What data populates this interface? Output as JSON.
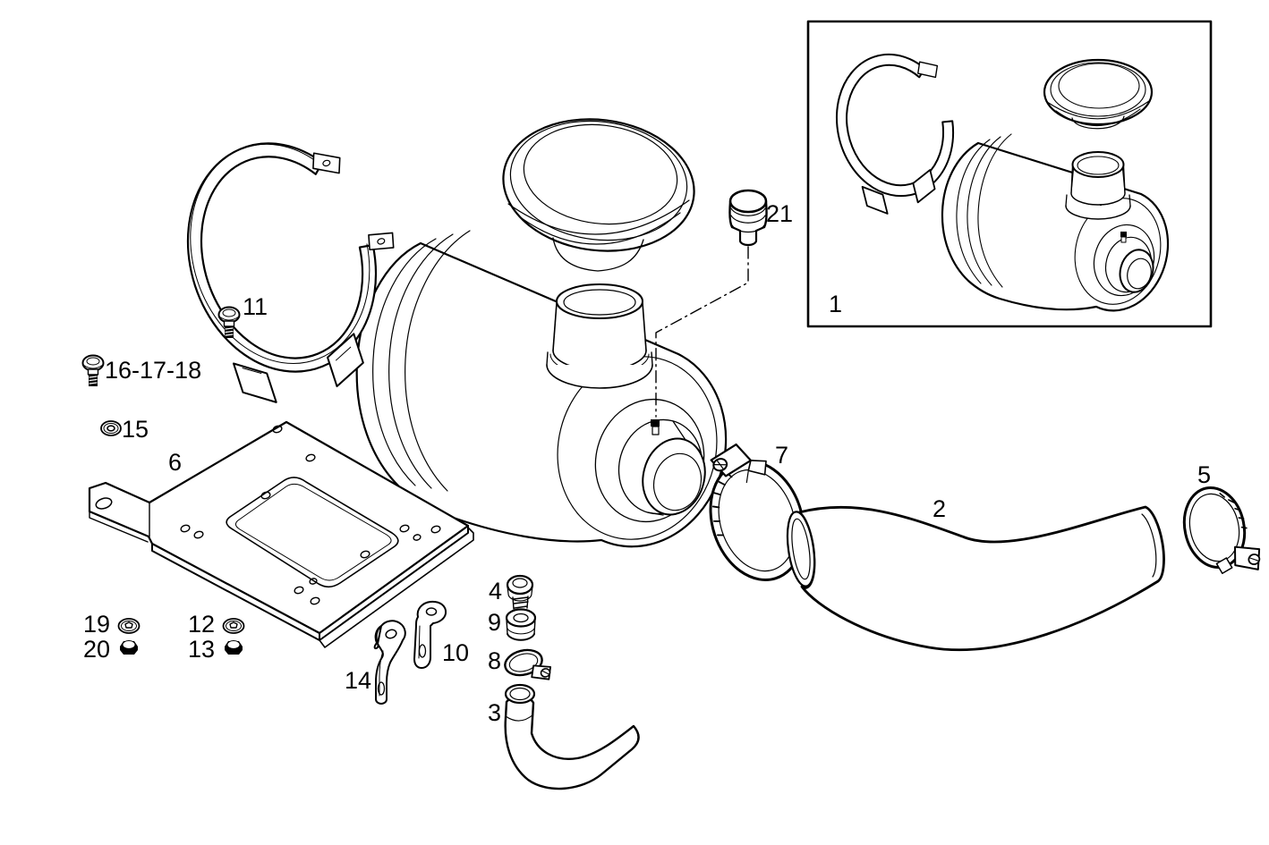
{
  "colors": {
    "line": "#000000",
    "background": "#ffffff"
  },
  "callouts": {
    "assembled_unit": "1",
    "intake_hose": "2",
    "drain_hose": "3",
    "screw": "4",
    "clamp_small": "5",
    "support_plate": "6",
    "clamp_large": "7",
    "drain_hose_clamp": "8",
    "bushing": "9",
    "bracket_straight": "10",
    "band_bolt": "11",
    "washer_mid": "12",
    "nut_mid": "13",
    "bracket_curved": "14",
    "washer_upper": "15",
    "bolt_set": "16-17-18",
    "washer_left": "19",
    "nut_left": "20",
    "dust_valve": "21"
  }
}
